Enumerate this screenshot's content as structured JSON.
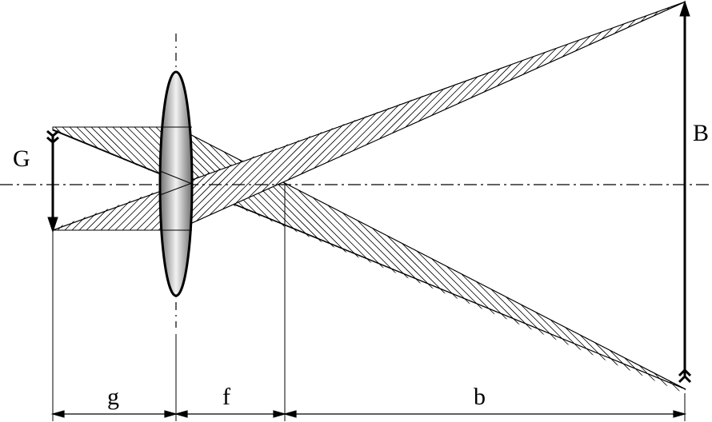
{
  "labels": {
    "object": "G",
    "image": "B",
    "object_distance": "g",
    "focal_length": "f",
    "image_distance": "b"
  }
}
